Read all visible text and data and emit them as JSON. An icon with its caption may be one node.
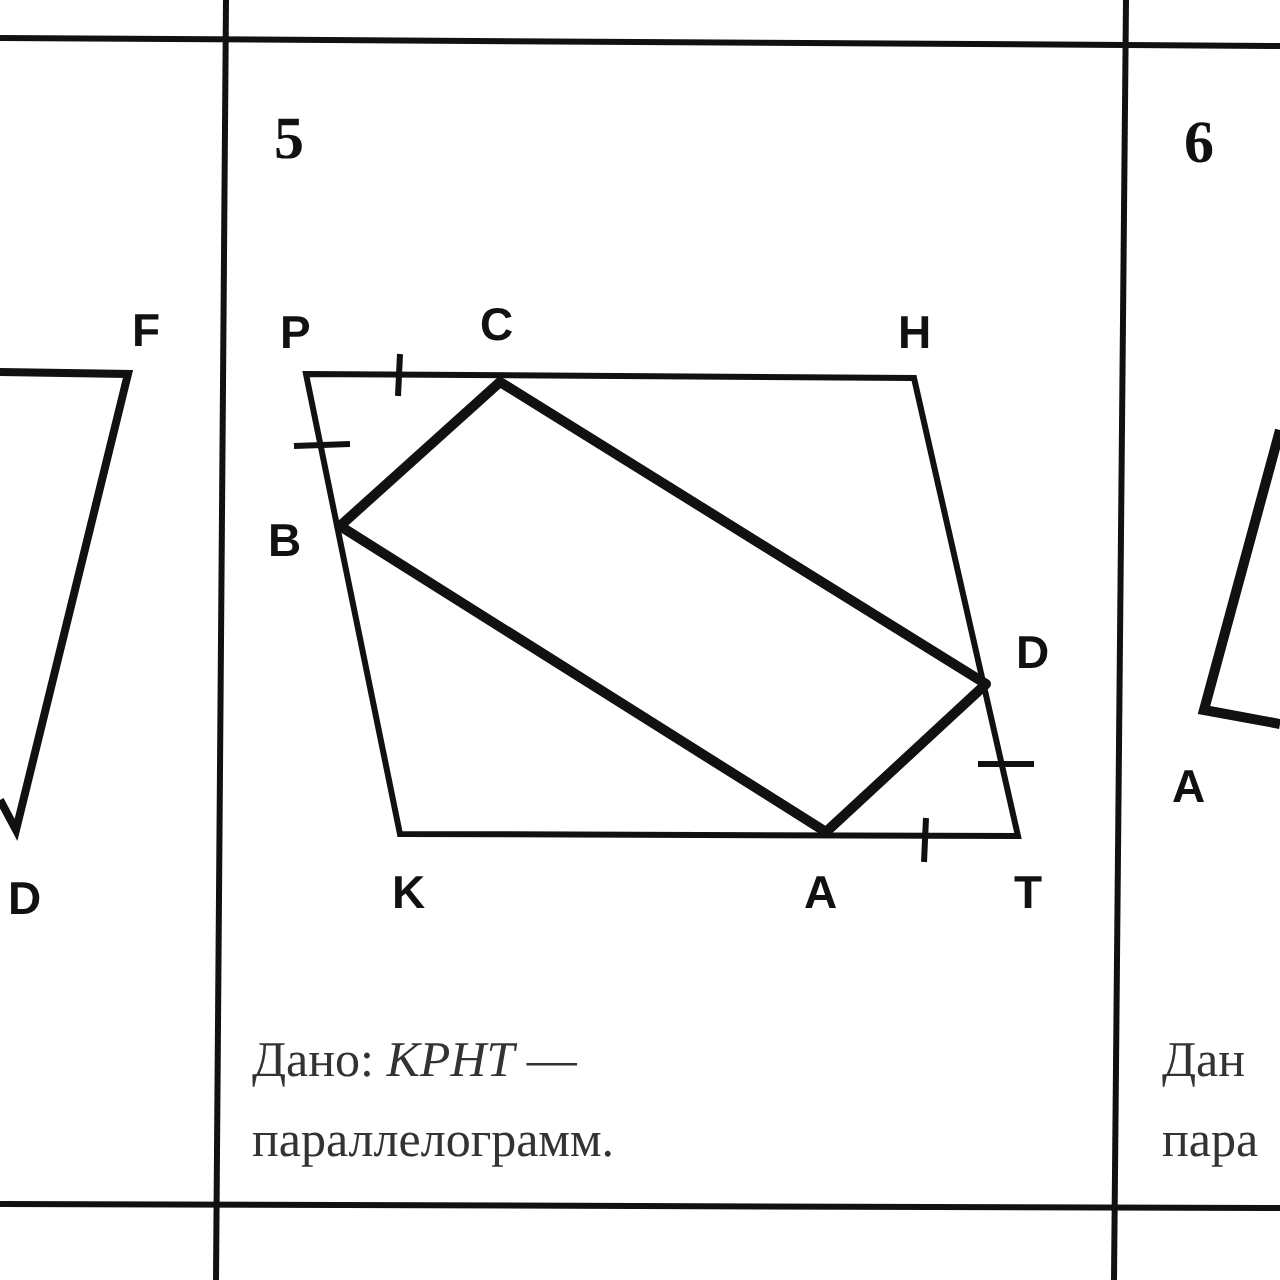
{
  "diagram": {
    "labels": [
      "F",
      "D",
      "5",
      "P",
      "C",
      "H",
      "B",
      "D",
      "K",
      "A",
      "T",
      "Дано: *KPHT* — параллелограмм.",
      "6",
      "A",
      "Дан",
      "пара"
    ]
  }
}
